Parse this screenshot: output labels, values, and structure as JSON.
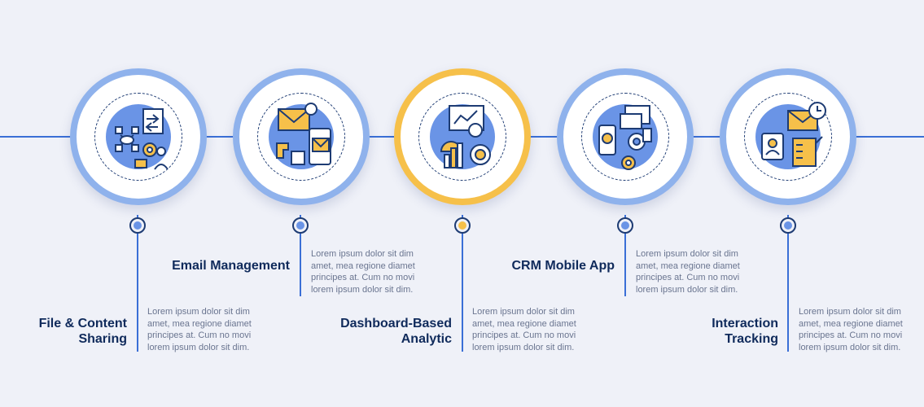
{
  "steps": [
    {
      "title": "File & Content Sharing",
      "body": "Lorem ipsum dolor sit dim amet, mea regione diamet principes at. Cum no movi lorem ipsum dolor sit dim.",
      "icon": "file-sharing-icon",
      "accent": "#6a94e6"
    },
    {
      "title": "Email Management",
      "body": "Lorem ipsum dolor sit dim amet, mea regione diamet principes at. Cum no movi lorem ipsum dolor sit dim.",
      "icon": "email-management-icon",
      "accent": "#6a94e6"
    },
    {
      "title": "Dashboard-Based Analytic",
      "body": "Lorem ipsum dolor sit dim amet, mea regione diamet principes at. Cum no movi lorem ipsum dolor sit dim.",
      "icon": "dashboard-analytics-icon",
      "accent": "#f6c04a"
    },
    {
      "title": "CRM Mobile App",
      "body": "Lorem ipsum dolor sit dim amet, mea regione diamet principes at. Cum no movi lorem ipsum dolor sit dim.",
      "icon": "crm-mobile-app-icon",
      "accent": "#6a94e6"
    },
    {
      "title": "Interaction Tracking",
      "body": "Lorem ipsum dolor sit dim amet, mea regione diamet principes at. Cum no movi lorem ipsum dolor sit dim.",
      "icon": "interaction-tracking-icon",
      "accent": "#6a94e6"
    }
  ],
  "colors": {
    "background": "#eff1f8",
    "line": "#3a6fd6",
    "ring": "#8fb2ec",
    "highlight": "#f6c04a",
    "title": "#0f2a5b",
    "text": "#6a7590"
  }
}
